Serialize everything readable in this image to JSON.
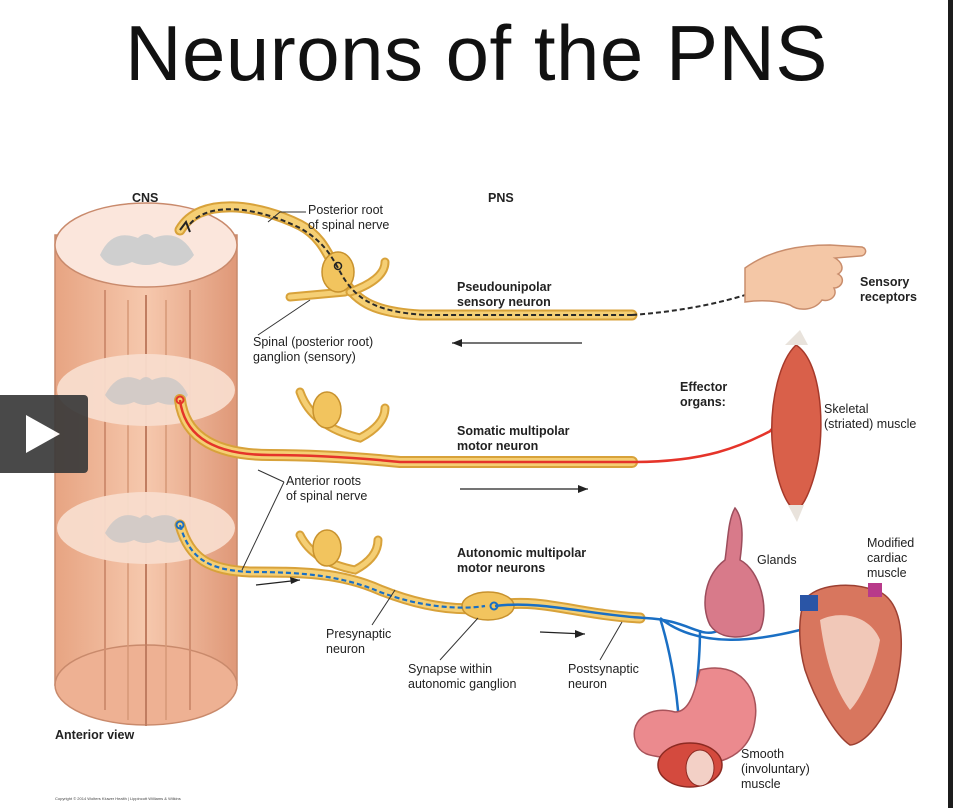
{
  "title": "Neurons of the PNS",
  "labels": {
    "cns": "CNS",
    "pns": "PNS",
    "posterior_root_1": "Posterior root",
    "posterior_root_2": "of spinal nerve",
    "pseudo_1": "Pseudounipolar",
    "pseudo_2": "sensory neuron",
    "sensory_1": "Sensory",
    "sensory_2": "receptors",
    "spinal_ganglion_1": "Spinal (posterior root)",
    "spinal_ganglion_2": "ganglion (sensory)",
    "effector_1": "Effector",
    "effector_2": "organs:",
    "skeletal_1": "Skeletal",
    "skeletal_2": "(striated) muscle",
    "somatic_1": "Somatic multipolar",
    "somatic_2": "motor neuron",
    "anterior_roots_1": "Anterior roots",
    "anterior_roots_2": "of spinal nerve",
    "autonomic_1": "Autonomic multipolar",
    "autonomic_2": "motor neurons",
    "glands": "Glands",
    "cardiac_1": "Modified",
    "cardiac_2": "cardiac",
    "cardiac_3": "muscle",
    "presynaptic_1": "Presynaptic",
    "presynaptic_2": "neuron",
    "synapse_1": "Synapse within",
    "synapse_2": "autonomic ganglion",
    "postsynaptic_1": "Postsynaptic",
    "postsynaptic_2": "neuron",
    "anterior_view": "Anterior view",
    "smooth_1": "Smooth",
    "smooth_2": "(involuntary)",
    "smooth_3": "muscle",
    "copyright": "Copyright © 2014 Wolters Kluwer Health | Lippincott Williams & Wilkins"
  },
  "colors": {
    "sensory_axon": "#e8b84a",
    "motor_axon": "#e5342a",
    "autonomic_axon": "#1a6fc4",
    "spinal_cord": "#f2b99a",
    "grey_matter": "#cfcfcf"
  },
  "icons": {
    "play": "play-icon"
  }
}
